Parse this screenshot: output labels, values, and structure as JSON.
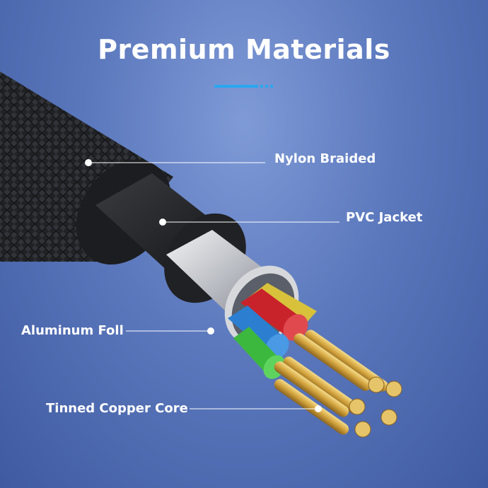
{
  "title": "Premium Materials",
  "accent_color": "#2aa7f0",
  "callouts": {
    "nylon": "Nylon Braided",
    "pvc": "PVC Jacket",
    "aluminum": "Aluminum Foll",
    "copper": "Tinned Copper Core"
  },
  "colors": {
    "background": "#5b78bd",
    "braid": "#2b2d31",
    "jacket": "#1e1f22",
    "foil": "#c8cace",
    "copper": "#d9b24c",
    "wire_red": "#c8232b",
    "wire_blue": "#2c7fd0",
    "wire_green": "#3db83f",
    "wire_yellow": "#d8c23b"
  }
}
